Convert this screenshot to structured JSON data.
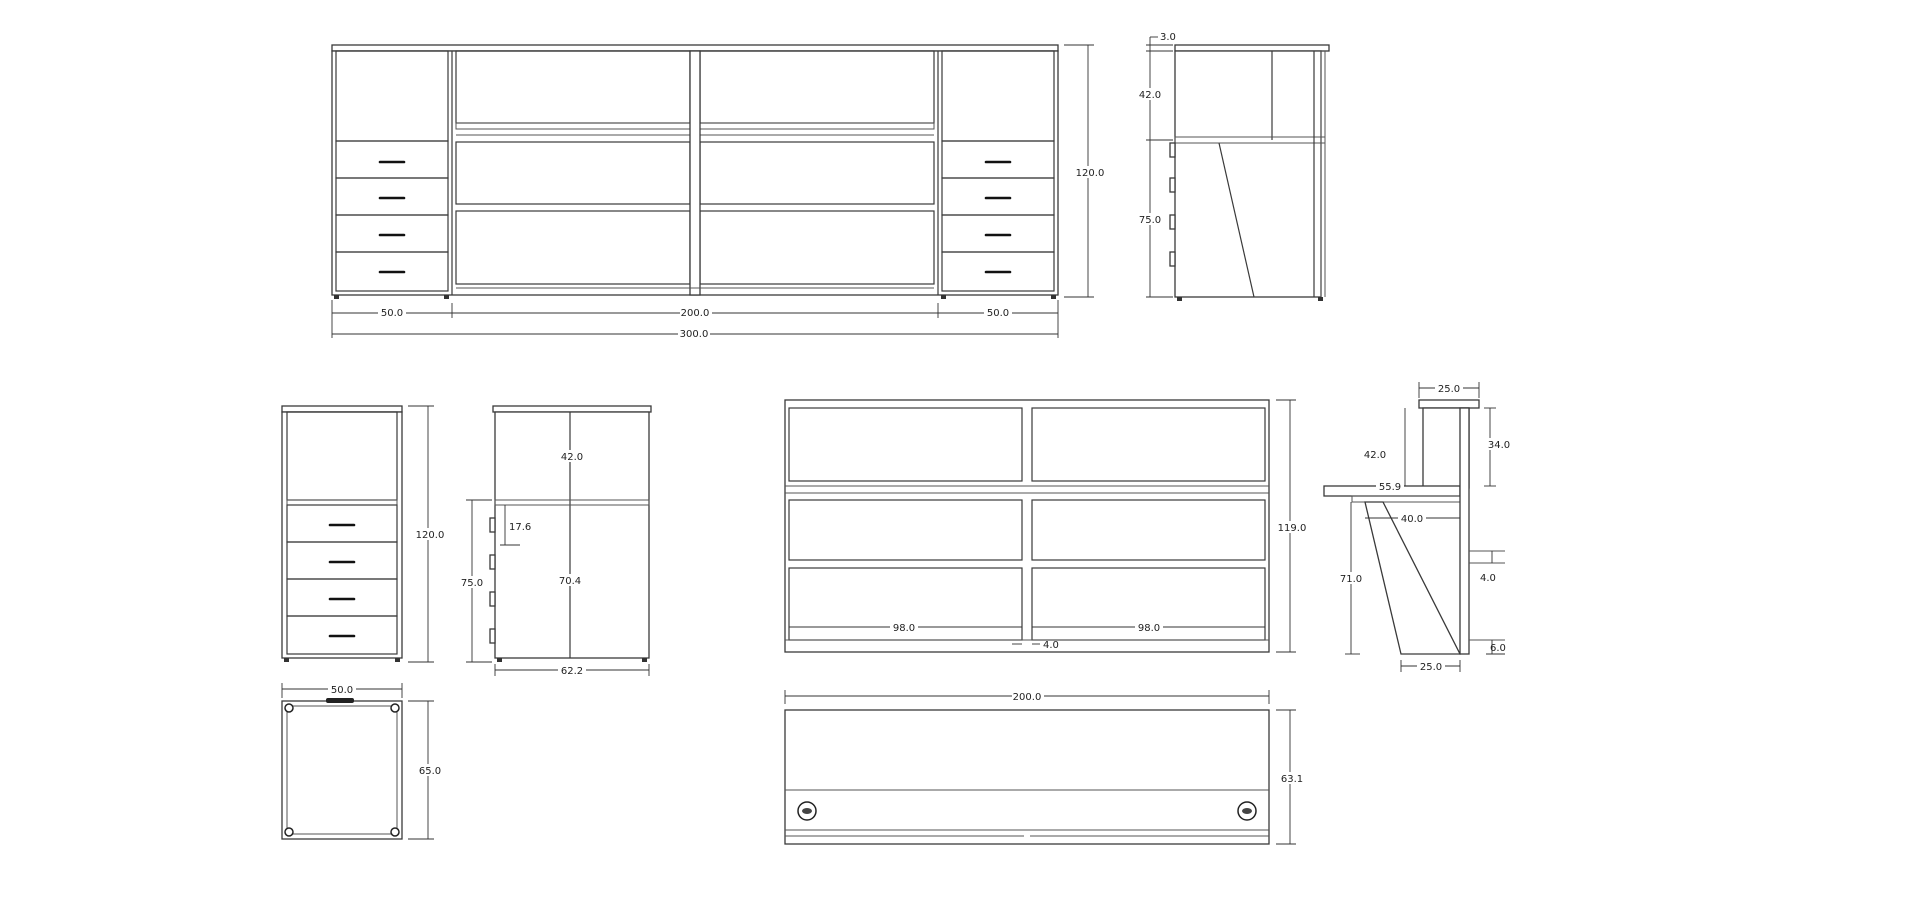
{
  "dimensions": {
    "front_left_width": "50.0",
    "front_center_width": "200.0",
    "front_right_width": "50.0",
    "front_total_width": "300.0",
    "front_height": "120.0",
    "side_top_thickness": "3.0",
    "side_upper_height": "42.0",
    "side_lower_height": "75.0",
    "drawer_unit_height": "120.0",
    "drawer_unit_width": "50.0",
    "drawer_unit_depth": "65.0",
    "drawer_side_upper": "42.0",
    "drawer_side_gap": "17.6",
    "drawer_side_lower": "75.0",
    "drawer_side_inner": "70.4",
    "drawer_side_depth": "62.2",
    "desk_height": "119.0",
    "desk_bay_left": "98.0",
    "desk_bay_right": "98.0",
    "desk_divider": "4.0",
    "desk_width": "200.0",
    "desk_depth": "63.1",
    "profile_top_width": "25.0",
    "profile_upper_left": "42.0",
    "profile_upper_right": "34.0",
    "profile_shelf_depth": "55.9",
    "profile_desk_depth": "40.0",
    "profile_lower": "71.0",
    "profile_gap": "4.0",
    "profile_plinth": "6.0",
    "profile_base": "25.0"
  }
}
